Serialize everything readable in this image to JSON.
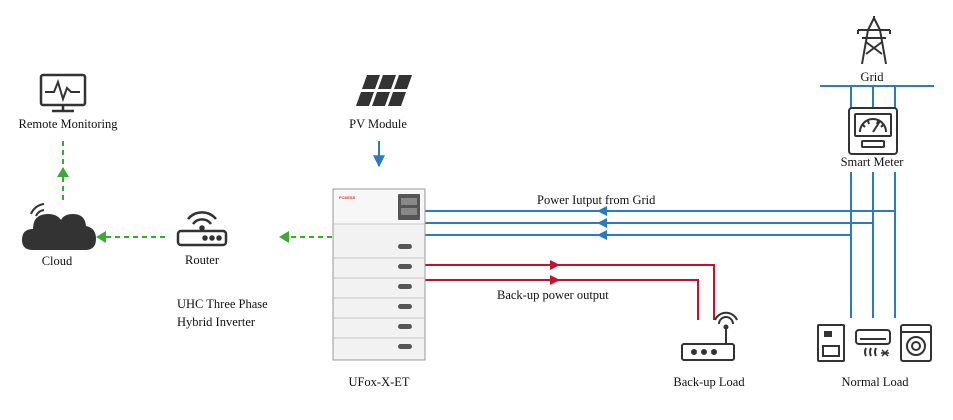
{
  "labels": {
    "remote_monitoring": "Remote Monitoring",
    "pv_module": "PV Module",
    "grid": "Grid",
    "smart_meter": "Smart Meter",
    "cloud": "Cloud",
    "router": "Router",
    "inverter_line1": "UHC Three Phase",
    "inverter_line2": "Hybrid Inverter",
    "inverter_model": "UFox-X-ET",
    "power_from_grid": "Power Iutput from Grid",
    "backup_output": "Back-up power output",
    "backup_load": "Back-up Load",
    "normal_load": "Normal Load",
    "brand_mark": "FOXESS"
  },
  "colors": {
    "data_link": "#3aa935",
    "grid_power": "#2b7bc0",
    "backup_power": "#c8102e",
    "icon": "#333333",
    "panel": "#f2f2f2",
    "panel_border": "#9a9a9a"
  },
  "icons": [
    "monitor-icon",
    "solar-panel-icon",
    "transmission-tower-icon",
    "smart-meter-icon",
    "cloud-wifi-icon",
    "router-icon",
    "backup-router-icon",
    "electric-box-icon",
    "air-conditioner-icon",
    "washing-machine-icon"
  ]
}
